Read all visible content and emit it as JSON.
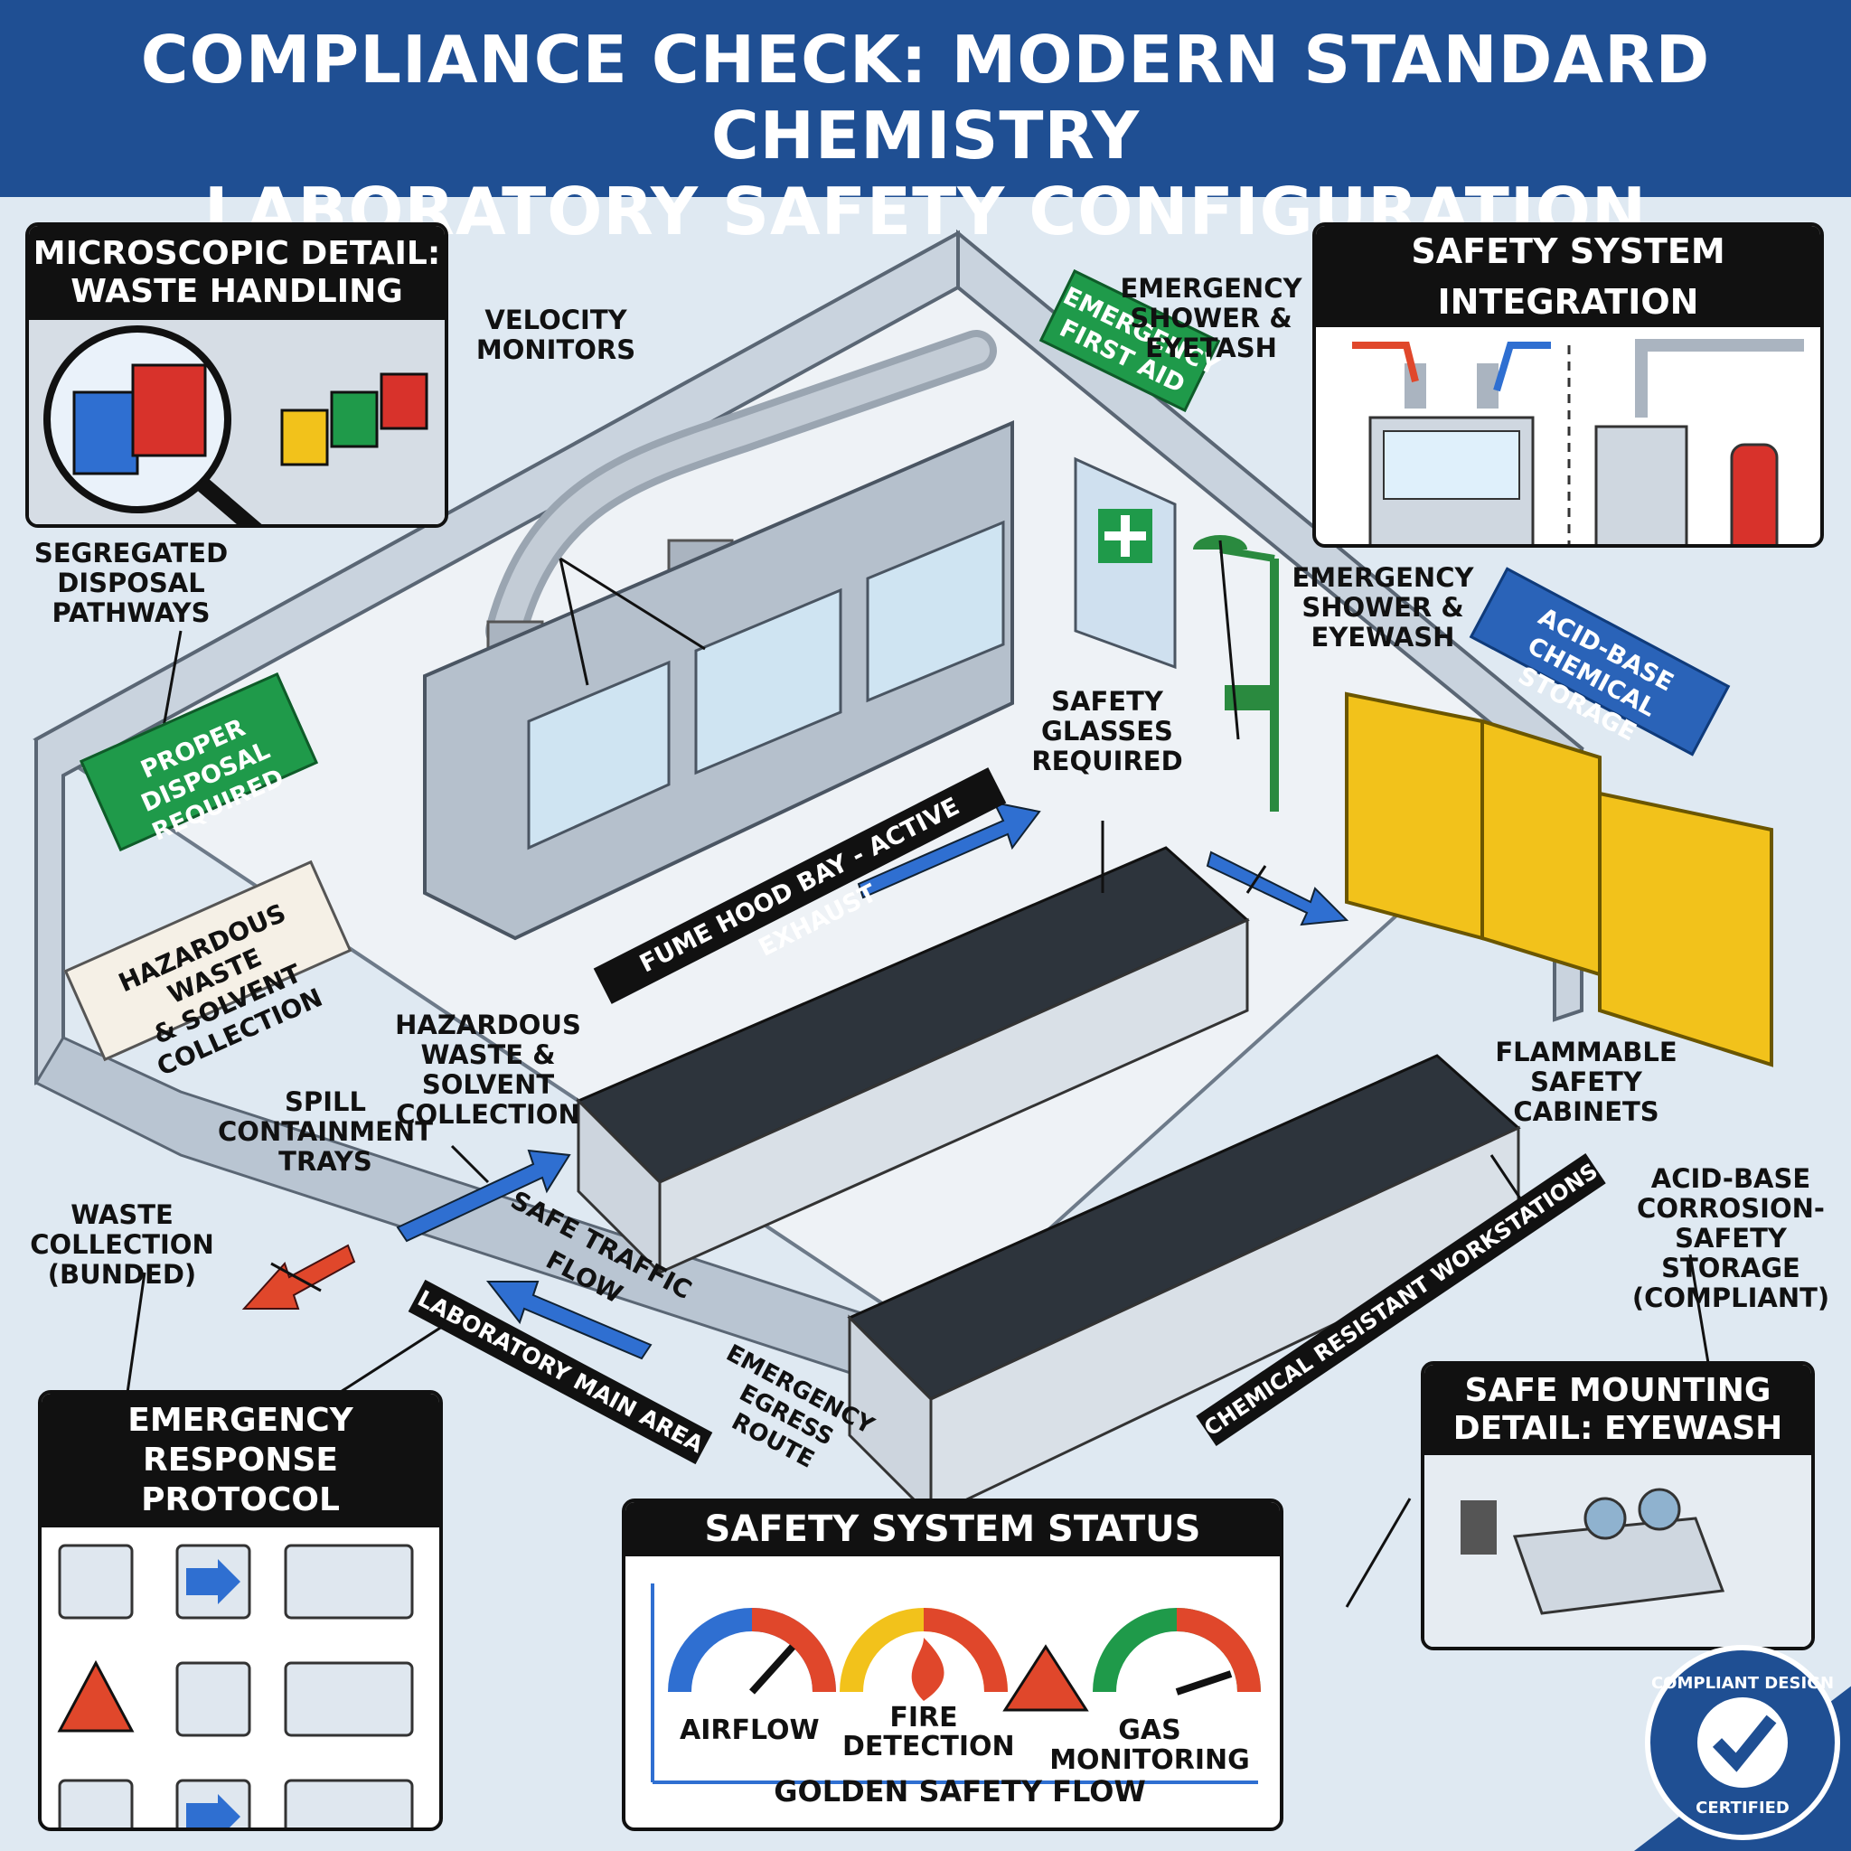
{
  "title_line1": "COMPLIANCE CHECK: MODERN STANDARD CHEMISTRY",
  "title_line2": "LABORATORY SAFETY CONFIGURATION",
  "panel_waste": {
    "line1": "MICROSCOPIC DETAIL:",
    "line2": "WASTE HANDLING"
  },
  "panel_integration": {
    "title": "SAFETY SYSTEM INTEGRATION"
  },
  "panel_protocol": {
    "line1": "EMERGENCY",
    "line2": "RESPONSE PROTOCOL"
  },
  "panel_status": {
    "title": "SAFETY SYSTEM STATUS",
    "gauges": [
      "AIRFLOW",
      "FIRE",
      "DETECTION",
      "GAS MONITORING"
    ],
    "flow": "GOLDEN SAFETY FLOW"
  },
  "panel_eyewash": {
    "line1": "SAFE MOUNTING",
    "line2": "DETAIL: EYEWASH"
  },
  "signs": {
    "proper_disposal": [
      "PROPER DISPOSAL",
      "REQUIRED"
    ],
    "hazardous_banner": [
      "HAZARDOUS WASTE",
      "& SOLVENT COLLECTION"
    ],
    "first_aid": [
      "EMERGENCY",
      "FIRST AID"
    ],
    "acid_base": [
      "ACID-BASE",
      "CHEMICAL STORAGE"
    ],
    "fume_hood": "FUME HOOD BAY - ACTIVE EXHAUST",
    "main_area": "LABORATORY MAIN AREA",
    "workstations": "CHEMICAL RESISTANT WORKSTATIONS",
    "traffic": "SAFE TRAFFIC FLOW",
    "egress": [
      "EMERGENCY",
      "EGRESS ROUTE"
    ]
  },
  "callouts": {
    "velocity": [
      "VELOCITY",
      "MONITORS"
    ],
    "shower_eyetash": [
      "EMERGENCY",
      "SHOWER &",
      "EYETASH"
    ],
    "shower_eyewash": [
      "EMERGENCY",
      "SHOWER &",
      "EYEWASH"
    ],
    "glasses": [
      "SAFETY",
      "GLASSES",
      "REQUIRED"
    ],
    "segregated": [
      "SEGREGATED",
      "DISPOSAL",
      "PATHWAYS"
    ],
    "haz_collection": [
      "HAZARDOUS",
      "WASTE & SOLVENT",
      "COLLECTION"
    ],
    "spill": [
      "SPILL",
      "CONTAINMENT",
      "TRAYS"
    ],
    "bunded": [
      "WASTE",
      "COLLECTION",
      "(BUNDED)"
    ],
    "flammable": [
      "FLAMMABLE",
      "SAFETY",
      "CABINETS"
    ],
    "corrosion": [
      "ACID-BASE",
      "CORROSION-",
      "SAFETY STORAGE",
      "(COMPLIANT)"
    ]
  },
  "seal": {
    "top": "COMPLIANT DESIGN",
    "bottom": "CERTIFIED"
  },
  "colors": {
    "title_bar": "#1f4f93",
    "green_sign": "#1f9a4a",
    "blue_sign": "#2a63b8",
    "cabinet_yellow": "#f2c21b",
    "arrow_blue": "#2f6fd1",
    "arrow_red": "#e0472b"
  },
  "icons": [
    "magnifier-icon",
    "waste-bin-icon",
    "first-aid-cross-icon",
    "shower-icon",
    "fire-extinguisher-icon",
    "gauge-icon",
    "flame-icon",
    "warning-icon",
    "checkmark-icon",
    "recycle-icon"
  ]
}
